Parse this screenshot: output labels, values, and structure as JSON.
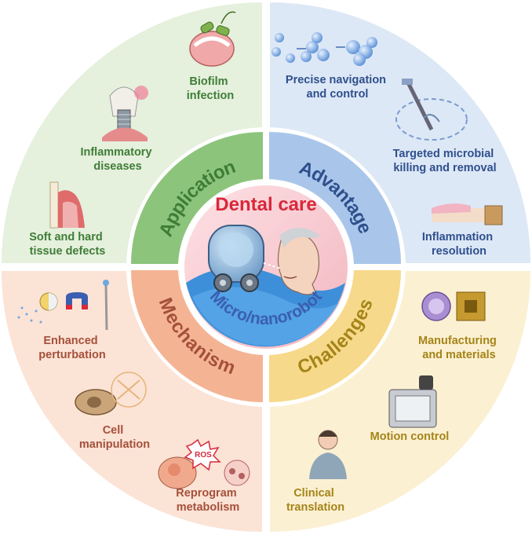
{
  "center": {
    "title": "Dental care",
    "subtitle": "Micro/nanorobot"
  },
  "sectors": {
    "application": {
      "name": "Application",
      "items": [
        {
          "line1": "Biofilm",
          "line2": "infection"
        },
        {
          "line1": "Inflammatory",
          "line2": "diseases"
        },
        {
          "line1": "Soft and hard",
          "line2": "tissue defects"
        }
      ]
    },
    "advantage": {
      "name": "Advantage",
      "items": [
        {
          "line1": "Precise  navigation",
          "line2": "and control"
        },
        {
          "line1": "Targeted microbial",
          "line2": "killing and removal"
        },
        {
          "line1": "Inflammation",
          "line2": "resolution"
        }
      ]
    },
    "challenges": {
      "name": "Challenges",
      "items": [
        {
          "line1": "Manufacturing",
          "line2": "and materials"
        },
        {
          "line1": "Motion control",
          "line2": ""
        },
        {
          "line1": "Clinical",
          "line2": "translation"
        }
      ]
    },
    "mechanism": {
      "name": "Mechanism",
      "items": [
        {
          "line1": "Enhanced",
          "line2": "perturbation"
        },
        {
          "line1": "Cell",
          "line2": "manipulation"
        },
        {
          "line1": "Reprogram",
          "line2": "metabolism"
        }
      ]
    }
  },
  "annotations": {
    "ros": "ROS"
  },
  "colors": {
    "application_outer": "#e5f0dd",
    "application_ring": "#8cc47c",
    "application_text": "#3f7d37",
    "advantage_outer": "#dde8f6",
    "advantage_ring": "#a9c6ea",
    "advantage_text": "#2f4f8d",
    "challenges_outer": "#fbf0d2",
    "challenges_ring": "#f6d98a",
    "challenges_text": "#a58418",
    "mechanism_outer": "#fbe3d6",
    "mechanism_ring": "#f4b494",
    "mechanism_text": "#a5503a",
    "center_title": "#d8283a",
    "center_subtitle": "#3a5fb0"
  }
}
